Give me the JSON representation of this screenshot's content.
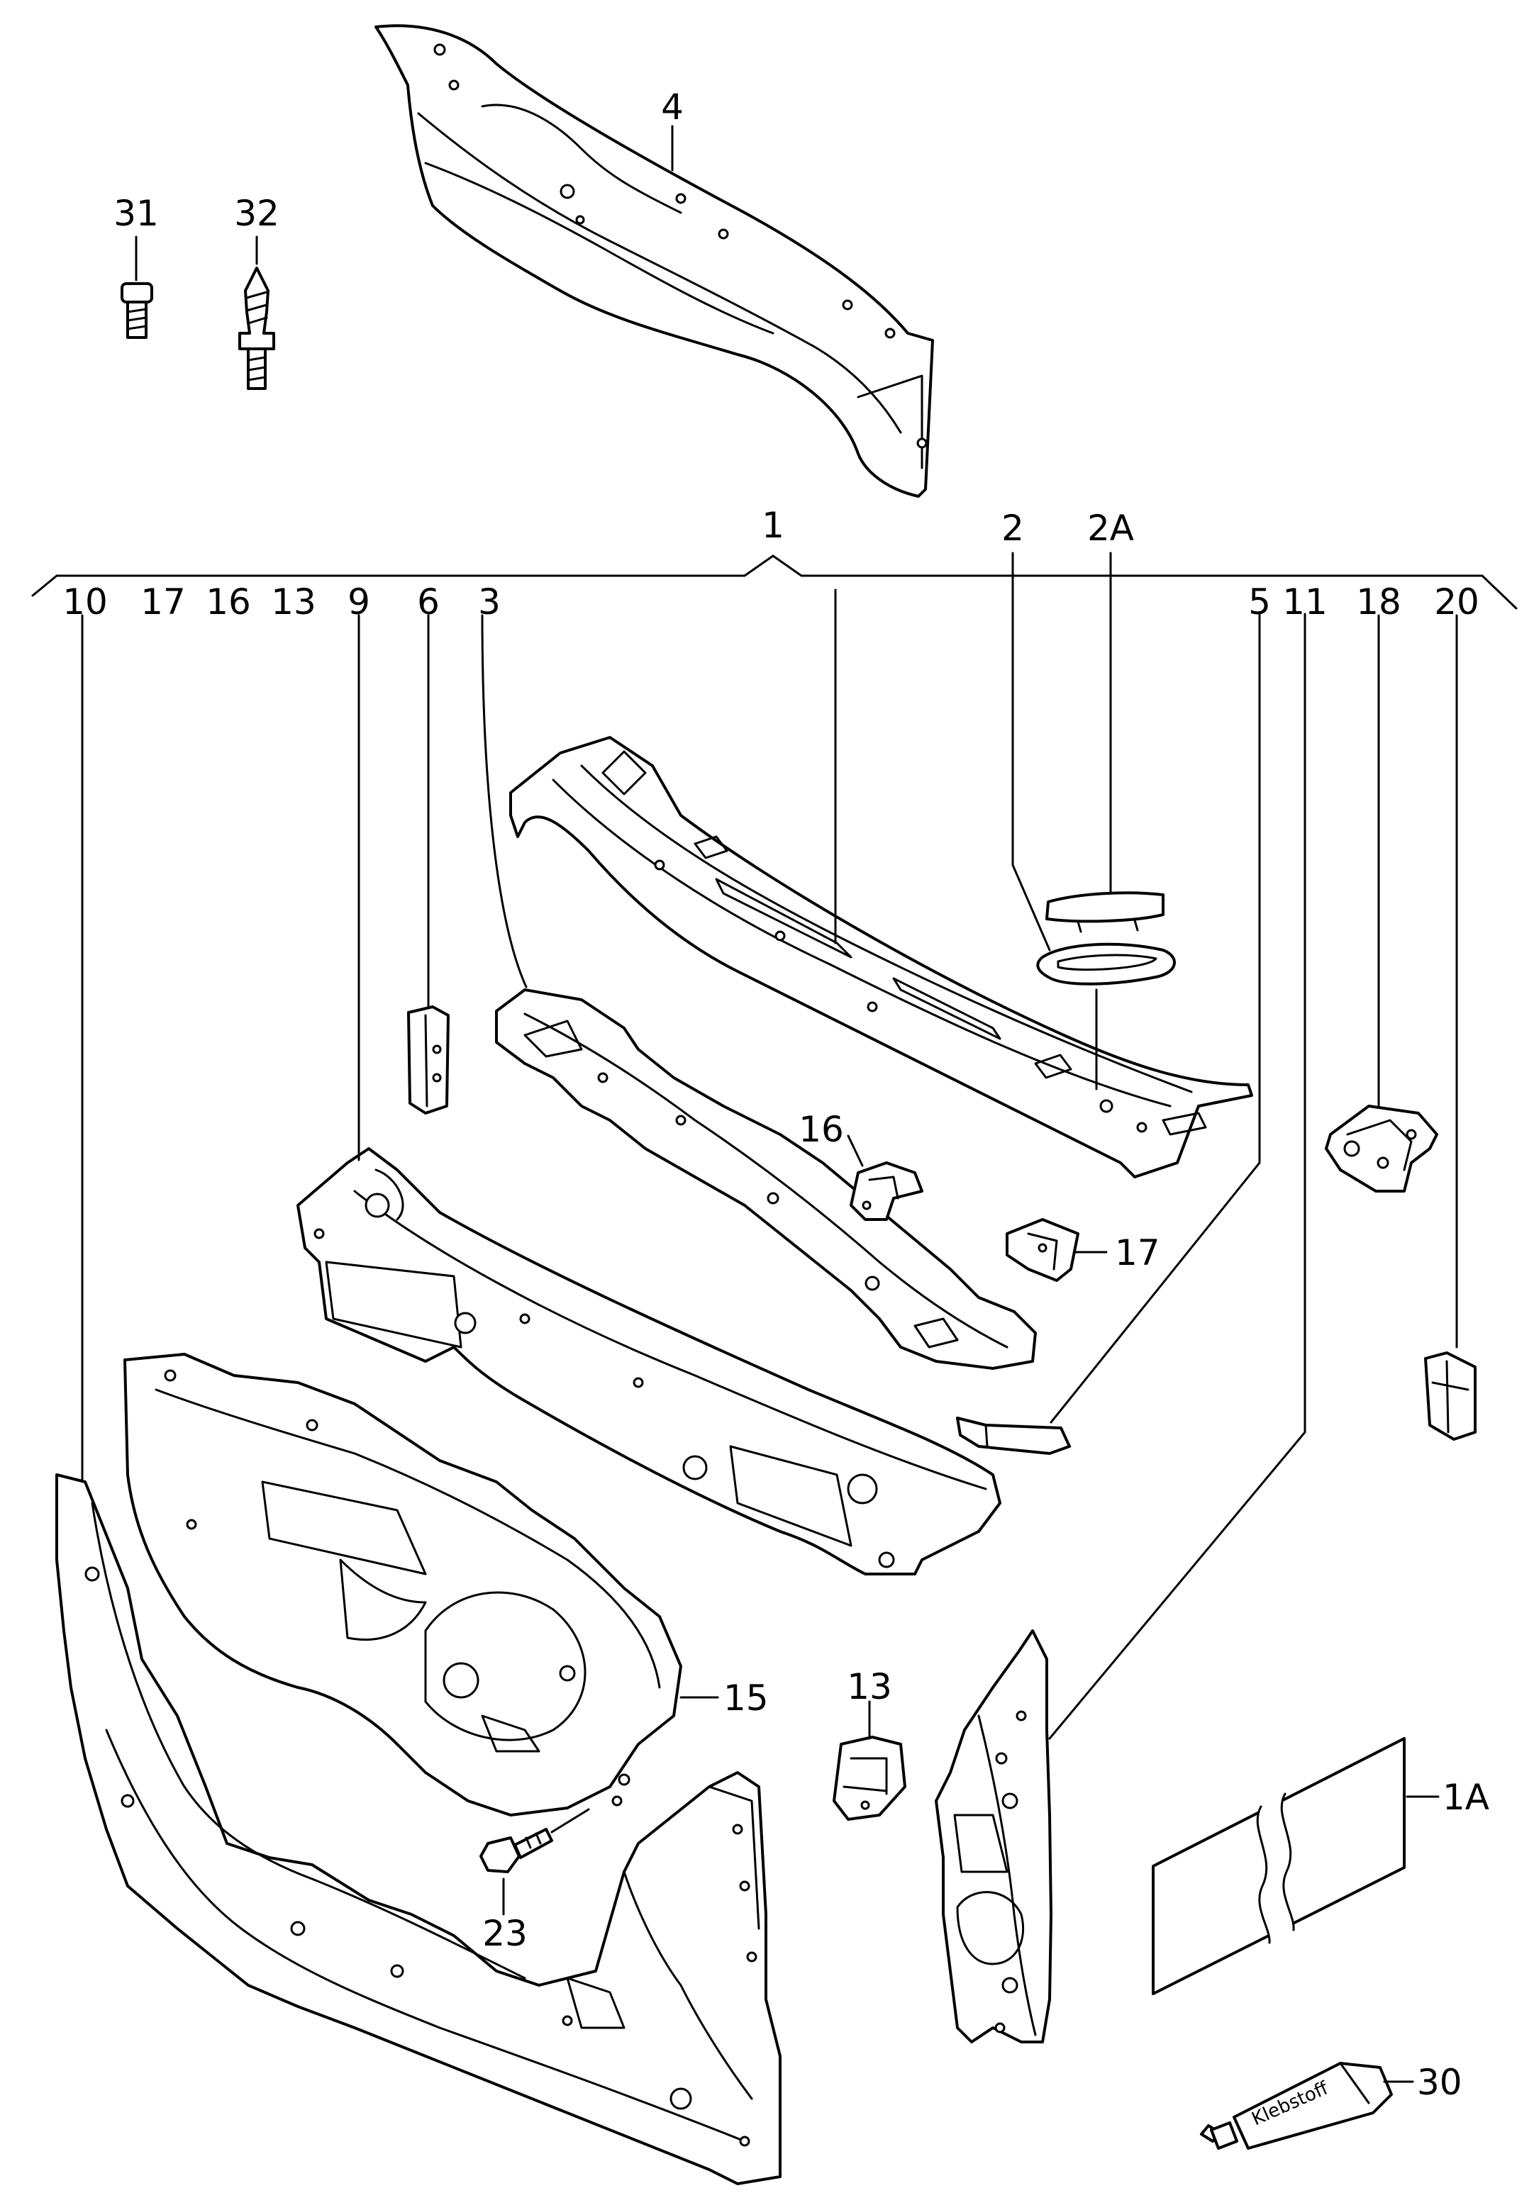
{
  "diagram": {
    "callouts": {
      "c1": "1",
      "c1A": "1A",
      "c2": "2",
      "c2A": "2A",
      "c3": "3",
      "c4": "4",
      "c5": "5",
      "c6": "6",
      "c9": "9",
      "c10": "10",
      "c11": "11",
      "c13_top": "13",
      "c13": "13",
      "c15": "15",
      "c16_top": "16",
      "c16": "16",
      "c17_top": "17",
      "c17": "17",
      "c18": "18",
      "c20": "20",
      "c23": "23",
      "c30": "30",
      "c31": "31",
      "c32": "32"
    },
    "tube_label": "Klebstoff"
  }
}
